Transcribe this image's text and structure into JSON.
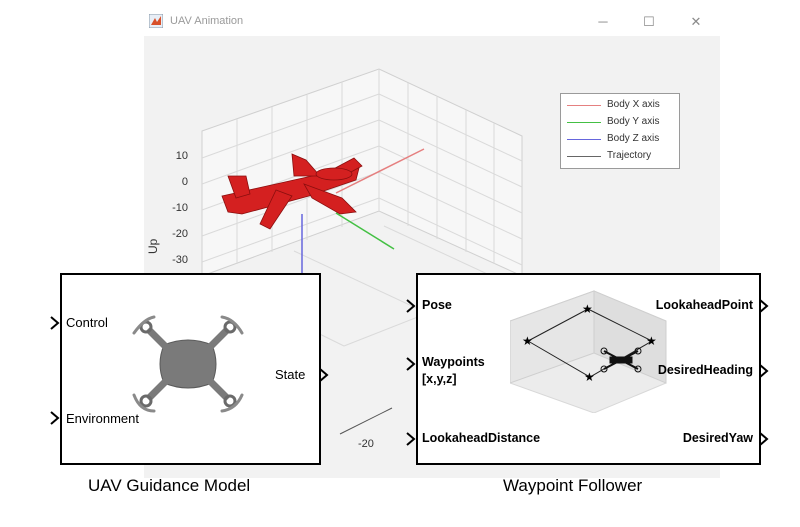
{
  "window": {
    "title": "UAV Animation",
    "controls": {
      "minimize": "─",
      "maximize": "☐",
      "close": "✕"
    }
  },
  "plot": {
    "z_ticks": [
      "10",
      "0",
      "-10",
      "-20",
      "-30"
    ],
    "z_label": "Up",
    "x_tick_visible": "-20",
    "legend": [
      {
        "label": "Body X axis",
        "color": "#e58080"
      },
      {
        "label": "Body Y axis",
        "color": "#44c044"
      },
      {
        "label": "Body Z axis",
        "color": "#6666dd"
      },
      {
        "label": "Trajectory",
        "color": "#666666"
      }
    ],
    "aircraft_color": "#d42020"
  },
  "guidance_block": {
    "inputs": [
      "Control",
      "Environment"
    ],
    "output": "State",
    "caption": "UAV Guidance Model",
    "icon": "quadcopter-icon"
  },
  "waypoint_block": {
    "inputs": [
      "Pose",
      "Waypoints",
      "[x,y,z]",
      "LookaheadDistance"
    ],
    "outputs": [
      "LookaheadPoint",
      "DesiredHeading",
      "DesiredYaw"
    ],
    "caption": "Waypoint Follower",
    "icon": "waypoint-cube-icon"
  }
}
